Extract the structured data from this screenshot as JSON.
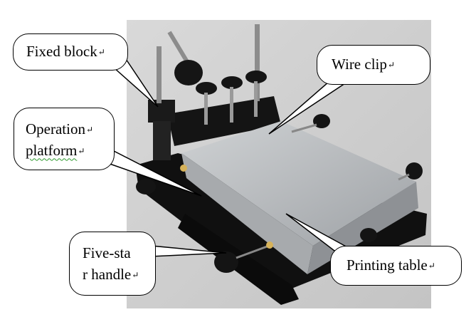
{
  "callouts": {
    "fixed_block": "Fixed block",
    "wire_clip": "Wire clip",
    "operation_platform_1": "Operation",
    "operation_platform_2": "platform",
    "five_star_1": "Five-sta",
    "five_star_2": "r handle",
    "printing_table": "Printing table",
    "paragraph_mark": "↵"
  },
  "colors": {
    "background": "#ffffff",
    "photo_backdrop": "#cfcfcf",
    "plate": "#b9bcbf",
    "frame": "#111111"
  }
}
